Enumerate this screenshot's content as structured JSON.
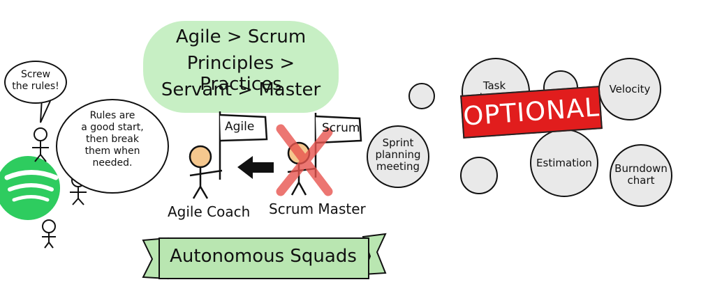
{
  "cloud": {
    "line1": "Agile > Scrum",
    "line2": "Principles > Practices",
    "line3": "Servant > Master"
  },
  "bubbles": {
    "screw": "Screw\nthe rules!",
    "rules": "Rules are\na good start,\nthen break\nthem when\nneeded."
  },
  "flags": {
    "agile": "Agile",
    "scrum": "Scrum"
  },
  "labels": {
    "agile_coach": "Agile Coach",
    "scrum_master": "Scrum Master"
  },
  "gears": {
    "sprint": "Sprint\nplanning\nmeeting",
    "task": "Task\nbreak",
    "velocity": "Velocity",
    "estimation": "Estimation",
    "burndown": "Burndown\nchart"
  },
  "stamp": "OPTIONAL",
  "banner": "Autonomous Squads",
  "colors": {
    "cloud_green": "#c7efc4",
    "banner_green": "#b9e6b1",
    "spotify_green": "#2ecc5f",
    "optional_red": "#e11d1d",
    "cross_red": "#e8554f",
    "gear_gray": "#e9e9e9",
    "face_orange": "#f5c78e"
  }
}
